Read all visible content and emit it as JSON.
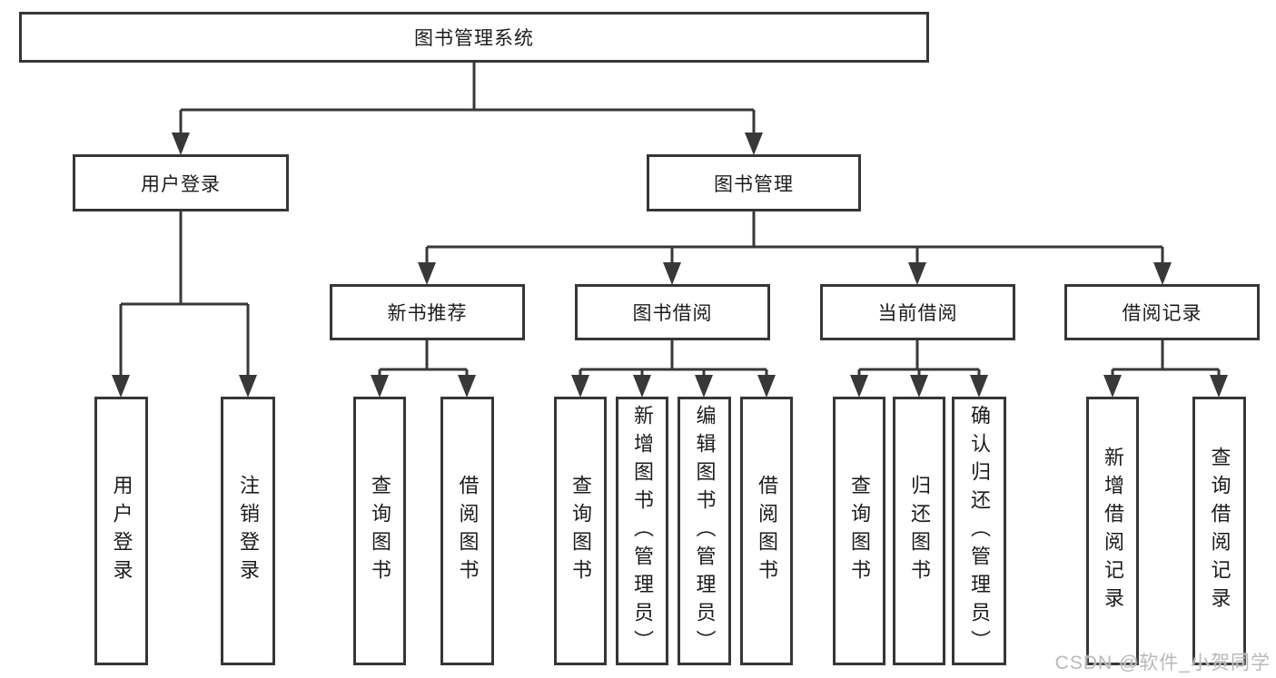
{
  "diagram": {
    "title": "图书管理系统",
    "root": {
      "label": "图书管理系统"
    },
    "level2": [
      {
        "label": "用户登录"
      },
      {
        "label": "图书管理"
      }
    ],
    "level3": [
      {
        "label": "新书推荐"
      },
      {
        "label": "图书借阅"
      },
      {
        "label": "当前借阅"
      },
      {
        "label": "借阅记录"
      }
    ],
    "leaves": {
      "login": [
        {
          "label": "用户登录"
        },
        {
          "label": "注销登录"
        }
      ],
      "newbook": [
        {
          "label": "查询图书"
        },
        {
          "label": "借阅图书"
        }
      ],
      "borrow": [
        {
          "label": "查询图书"
        },
        {
          "label": "新增图书（管理员）"
        },
        {
          "label": "编辑图书（管理员）"
        },
        {
          "label": "借阅图书"
        }
      ],
      "current": [
        {
          "label": "查询图书"
        },
        {
          "label": "归还图书"
        },
        {
          "label": "确认归还（管理员）"
        }
      ],
      "records": [
        {
          "label": "新增借阅记录"
        },
        {
          "label": "查询借阅记录"
        }
      ]
    },
    "colors": {
      "line": "#383838",
      "box_border": "#363636",
      "box_fill": "#ffffff",
      "text": "#1c1c1c",
      "watermark": "#b9b9b9",
      "background": "#ffffff"
    }
  },
  "watermark": {
    "text": "CSDN @软件_小贺同学"
  }
}
